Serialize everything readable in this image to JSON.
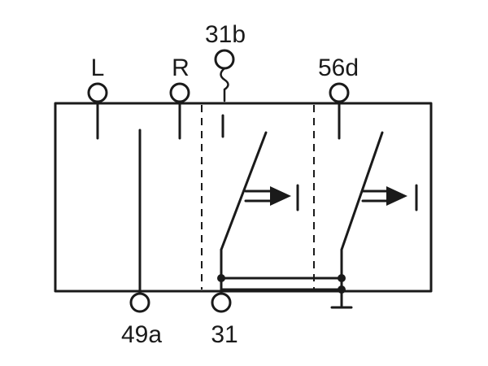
{
  "diagram": {
    "terminals": {
      "l": "L",
      "r": "R",
      "t31b": "31b",
      "t56d": "56d",
      "t49a": "49a",
      "t31": "31"
    },
    "colors": {
      "line": "#1a1a1a",
      "background": "#ffffff"
    }
  }
}
